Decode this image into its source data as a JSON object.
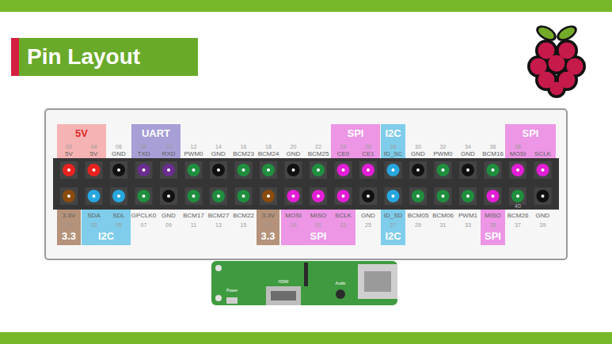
{
  "diagram": {
    "title": "Pin Layout",
    "nodes": [
      {
        "text": [
          "5V"
        ]
      },
      {
        "text": [
          "UART"
        ]
      },
      {
        "text": [
          "SPI"
        ]
      },
      {
        "text": [
          "I2C"
        ]
      },
      {
        "text": [
          "SPI"
        ]
      },
      {
        "text": [
          "3.3"
        ]
      },
      {
        "text": [
          "I2C"
        ]
      },
      {
        "text": [
          "3.3"
        ]
      },
      {
        "text": [
          "SPI"
        ]
      },
      {
        "text": [
          "I2C"
        ]
      },
      {
        "text": [
          "SPI"
        ]
      }
    ],
    "labels": [
      "02",
      "5V",
      "04",
      "5V",
      "06",
      "GND",
      "08",
      "TXD",
      "10",
      "RXD",
      "12",
      "PWM0",
      "14",
      "GND",
      "16",
      "BCM23",
      "18",
      "BCM24",
      "20",
      "GND",
      "22",
      "BCM25",
      "24",
      "CE0",
      "26",
      "CE1",
      "28",
      "ID_SC",
      "30",
      "GND",
      "32",
      "PWM0",
      "34",
      "GND",
      "36",
      "BCM16",
      "38",
      "MOSI",
      "SCLK",
      "40",
      "3.3V",
      "01",
      "SDA",
      "03",
      "SDL",
      "05",
      "GPCLK0",
      "07",
      "GND",
      "09",
      "BCM17",
      "11",
      "BCM27",
      "13",
      "BCM22",
      "15",
      "3.3V",
      "17",
      "MOSI",
      "19",
      "MISO",
      "21",
      "SCLK",
      "23",
      "GND",
      "25",
      "ID_SD",
      "27",
      "BCM05",
      "29",
      "BCM06",
      "31",
      "PWM1",
      "33",
      "MISO",
      "35",
      "BCM26",
      "37",
      "GND",
      "39",
      "Power",
      "HDMI",
      "Audio"
    ]
  }
}
